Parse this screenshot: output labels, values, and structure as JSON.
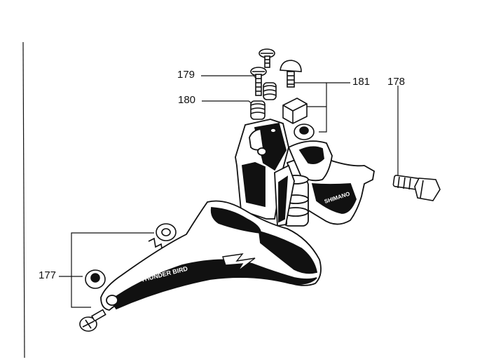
{
  "callouts": {
    "p177": "177",
    "p178": "178",
    "p179": "179",
    "p180": "180",
    "p181": "181"
  },
  "engravings": {
    "cage_brand": "THUNDER BIRD",
    "clamp_mark": "SHIMANO"
  },
  "colors": {
    "ink": "#111111",
    "paper": "#ffffff"
  }
}
